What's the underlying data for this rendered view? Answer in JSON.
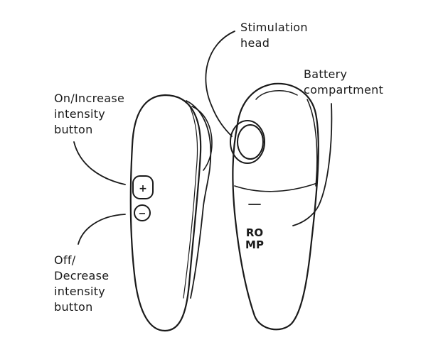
{
  "labels": {
    "stimulation_head": [
      "Stimulation",
      "head"
    ],
    "battery_compartment": [
      "Battery",
      "compartment"
    ],
    "on_increase": [
      "On/Increase",
      "intensity",
      "button"
    ],
    "off_decrease": [
      "Off/",
      "Decrease",
      "intensity",
      "button"
    ]
  },
  "device": {
    "plus_symbol": "+",
    "minus_symbol": "−",
    "brand_line1": "RO",
    "brand_line2": "MP"
  },
  "colors": {
    "line": "#1a1a1a",
    "background": "#ffffff"
  }
}
